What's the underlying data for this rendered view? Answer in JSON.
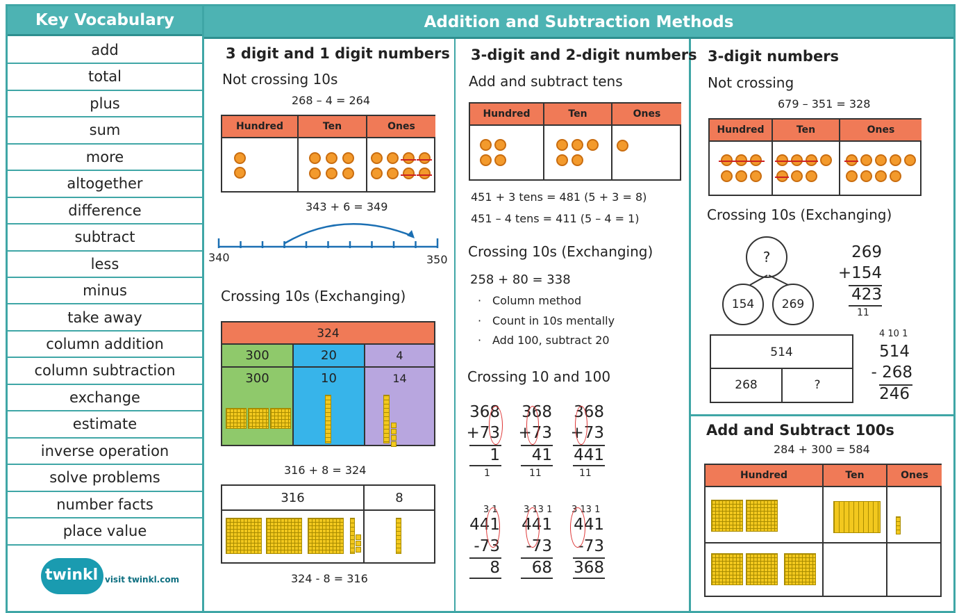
{
  "vocab": {
    "title": "Key Vocabulary",
    "items": [
      "add",
      "total",
      "plus",
      "sum",
      "more",
      "altogether",
      "difference",
      "subtract",
      "less",
      "minus",
      "take away",
      "column addition",
      "column subtraction",
      "exchange",
      "estimate",
      "inverse operation",
      "solve problems",
      "number facts",
      "place value"
    ],
    "logo": "twinkl",
    "logo_link": "visit twinkl.com"
  },
  "main_title": "Addition and Subtraction Methods",
  "col1": {
    "title": "3 digit and 1 digit numbers",
    "sub1": "Not crossing 10s",
    "eq1": "268 – 4 = 264",
    "headers": [
      "Hundred",
      "Ten",
      "Ones"
    ],
    "eq2": "343 + 6 = 349",
    "nl_start": "340",
    "nl_end": "350",
    "sub2": "Crossing 10s (Exchanging)",
    "bar_total": "324",
    "bar_row1": [
      "300",
      "20",
      "4"
    ],
    "bar_row2": [
      "300",
      "10",
      "14"
    ],
    "eq3": "316 + 8 = 324",
    "bm_top": [
      "316",
      "8"
    ],
    "eq4": "324 - 8 = 316"
  },
  "col2": {
    "title": "3-digit and 2-digit numbers",
    "sub1": "Add and subtract tens",
    "headers": [
      "Hundred",
      "Ten",
      "Ones"
    ],
    "eq1": "451 + 3 tens = 481 (5 + 3 = 8)",
    "eq2": "451 – 4 tens = 411 (5 – 4 = 1)",
    "sub2": "Crossing 10s (Exchanging)",
    "eq3": "258 + 80 = 338",
    "bullets": [
      "Column method",
      "Count in 10s mentally",
      "Add 100, subtract 20"
    ],
    "sub3": "Crossing 10 and 100",
    "add_top": "368",
    "add_bottom": "+73",
    "add_results": [
      "1",
      "41",
      "441"
    ],
    "add_carry": [
      "1",
      "11",
      "11"
    ],
    "sub_top": "441",
    "sub_bottom": "-73",
    "sub_results": [
      "8",
      "68",
      "368"
    ],
    "sub_marks": [
      "3 1",
      "3 13 1",
      "3 13 1"
    ]
  },
  "col3": {
    "title": "3-digit numbers",
    "sub1": "Not crossing",
    "eq1": "679 – 351 = 328",
    "headers": [
      "Hundred",
      "Ten",
      "Ones"
    ],
    "sub2": "Crossing 10s (Exchanging)",
    "tree": {
      "top": "?",
      "left": "154",
      "right": "269"
    },
    "colsum": {
      "a": "269",
      "b": "+154",
      "r": "423",
      "carry": "11"
    },
    "bm": {
      "total": "514",
      "a": "268",
      "b": "?"
    },
    "colsub": {
      "marks": "4 10 1",
      "a": "514",
      "b": "- 268",
      "r": "246"
    },
    "title2": "Add and Subtract 100s",
    "eq2": "284 + 300 = 584",
    "headers2": [
      "Hundred",
      "Ten",
      "Ones"
    ]
  }
}
